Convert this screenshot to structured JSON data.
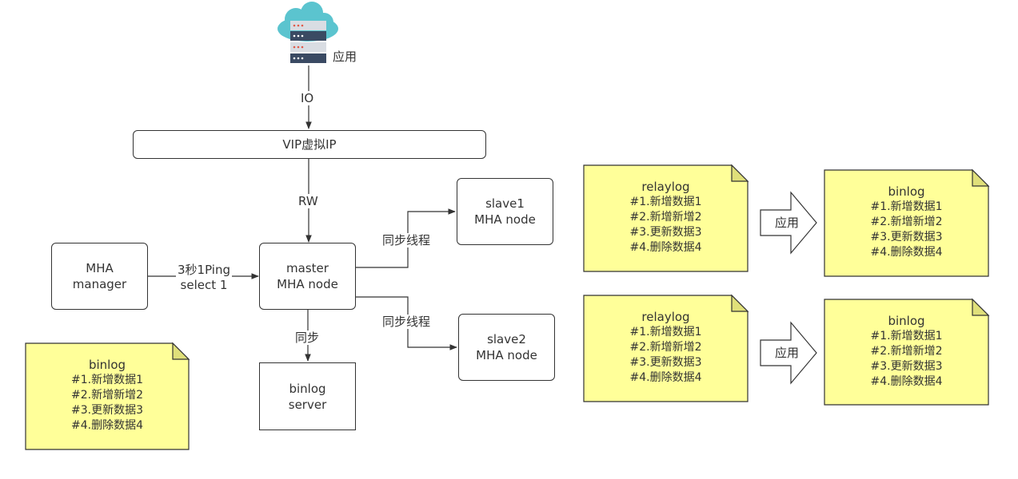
{
  "app": {
    "label": "应用"
  },
  "io_label": "IO",
  "vip": {
    "label": "VIP虚拟IP"
  },
  "rw_label": "RW",
  "manager": {
    "line1": "MHA",
    "line2": "manager"
  },
  "ping_label": {
    "line1": "3秒1Ping",
    "line2": "select 1"
  },
  "master": {
    "line1": "master",
    "line2": "MHA node"
  },
  "slave1": {
    "line1": "slave1",
    "line2": "MHA node"
  },
  "slave2": {
    "line1": "slave2",
    "line2": "MHA node"
  },
  "sync_thread_label": "同步线程",
  "sync_label": "同步",
  "binlog_server": {
    "line1": "binlog",
    "line2": "server"
  },
  "apply_label": "应用",
  "notes": {
    "master_binlog": {
      "title": "binlog",
      "lines": [
        "#1.新增数据1",
        "#2.新增新增2",
        "#3.更新数据3",
        "#4.删除数据4"
      ]
    },
    "relaylog1": {
      "title": "relaylog",
      "lines": [
        "#1.新增数据1",
        "#2.新增新增2",
        "#3.更新数据3",
        "#4.删除数据4"
      ]
    },
    "binlog1": {
      "title": "binlog",
      "lines": [
        "#1.新增数据1",
        "#2.新增新增2",
        "#3.更新数据3",
        "#4.删除数据4"
      ]
    },
    "relaylog2": {
      "title": "relaylog",
      "lines": [
        "#1.新增数据1",
        "#2.新增新增2",
        "#3.更新数据3",
        "#4.删除数据4"
      ]
    },
    "binlog2": {
      "title": "binlog",
      "lines": [
        "#1.新增数据1",
        "#2.新增新增2",
        "#3.更新数据3",
        "#4.删除数据4"
      ]
    }
  },
  "colors": {
    "note_fill": "#ffff99",
    "note_fold": "#e0e07a",
    "cloud": "#5bc4cf",
    "server_dark": "#3a4a63",
    "server_light": "#d9dde3",
    "server_led": "#e05a4a",
    "line": "#333333"
  }
}
